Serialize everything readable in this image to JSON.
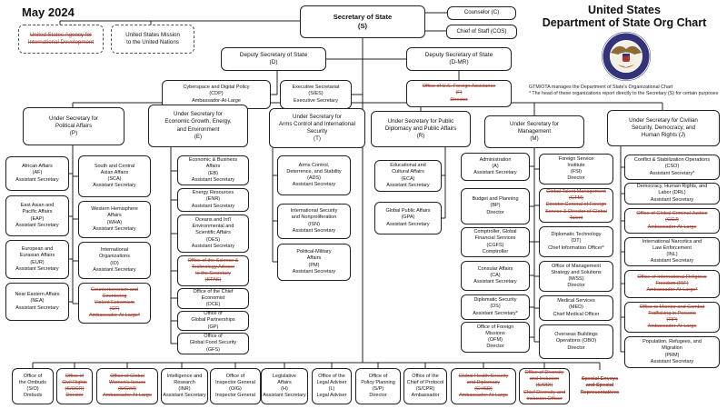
{
  "meta": {
    "date_label": "May 2024",
    "title": "United States\nDepartment of State Org Chart",
    "footnote": "GTM/OTA manages the Department of State's Organizational Chart\n* The head of these organizations report directly to the Secretary (S) for certain purposes",
    "accent_red": "#9e3b2e",
    "line_color": "#222222",
    "seal_blue": "#33337a"
  },
  "boxes": {
    "usaid": {
      "text": "United States Agency for\nInternational Development"
    },
    "usun": {
      "text": "United States Mission\nto the United Nations"
    },
    "s": {
      "text": "Secretary of State\n(S)"
    },
    "c": {
      "text": "Counselor (C)"
    },
    "cos": {
      "text": "Chief of Staff (COS)"
    },
    "d": {
      "text": "Deputy Secretary of State\n(D)"
    },
    "dmr": {
      "text": "Deputy Secretary of State\n(D-MR)"
    },
    "cdp": {
      "text": "Cyberspace and Digital Policy\n(CDP)\nAmbassador-At-Large"
    },
    "ses": {
      "text": "Executive Secretariat\n(S/ES)\nExecutive Secretary"
    },
    "f": {
      "text": "Office of U.S. Foreign Assistance\n(F)\nDirector"
    },
    "p": {
      "text": "Under Secretary for\nPolitical Affairs\n(P)"
    },
    "e": {
      "text": "Under Secretary for\nEconomic Growth, Energy,\nand Environment\n(E)"
    },
    "t": {
      "text": "Under Secretary for\nArms Control and International\nSecurity\n(T)"
    },
    "r": {
      "text": "Under Secretary for Public\nDiplomacy and Public Affairs\n(R)"
    },
    "m": {
      "text": "Under Secretary for\nManagement\n(M)"
    },
    "j": {
      "text": "Under Secretary for Civilian\nSecurity, Democracy, and\nHuman Rights (J)"
    },
    "af": {
      "text": "African Affairs\n(AF)\nAssistant Secretary"
    },
    "eap": {
      "text": "East Asian and\nPacific Affairs\n(EAP)\nAssistant Secretary"
    },
    "eur": {
      "text": "European and\nEurasian Affairs\n(EUR)\nAssistant Secretary"
    },
    "nea": {
      "text": "Near Eastern Affairs\n(NEA)\nAssistant Secretary"
    },
    "sca": {
      "text": "South and Central\nAsian Affairs\n(SCA)\nAssistant Secretary"
    },
    "wha": {
      "text": "Western Hemisphere\nAffairs\n(WHA)\nAssistant Secretary"
    },
    "io": {
      "text": "International\nOrganizations\n(IO)\nAssistant Secretary"
    },
    "ct": {
      "text": "Counterterrorism and\nCountering\nViolent Extremism\n(CT)\nAmbassador-At-Large*"
    },
    "eb": {
      "text": "Economic & Business\nAffairs\n(EB)\nAssistant Secretary"
    },
    "enr": {
      "text": "Energy Resources\n(ENR)\nAssistant Secretary"
    },
    "oes": {
      "text": "Oceans and Int'l\nEnvironmental and\nScientific Affairs\n(OES)\nAssistant Secretary"
    },
    "stas": {
      "text": "Office of the Science &\nTechnology Adviser\nto the Secretary\n(STAS)"
    },
    "oce": {
      "text": "Office of the Chief\nEconomist\n(OCE)"
    },
    "gp": {
      "text": "Office of\nGlobal Partnerships\n(GP)"
    },
    "gfs": {
      "text": "Office of\nGlobal Food Security\n(GFS)"
    },
    "ads": {
      "text": "Arms Control,\nDeterrence, and Stability\n(ADS)\nAssistant Secretary"
    },
    "isn": {
      "text": "International Security\nand Nonproliferation\n(ISN)\nAssistant Secretary"
    },
    "pm": {
      "text": "Political-Military\nAffairs\n(PM)\nAssistant Secretary"
    },
    "eca": {
      "text": "Educational and\nCultural Affairs\n(ECA)\nAssistant Secretary"
    },
    "gpa": {
      "text": "Global Public Affairs\n(GPA)\nAssistant Secretary"
    },
    "a": {
      "text": "Administration\n(A)\nAssistant Secretary"
    },
    "bp": {
      "text": "Budget and Planning\n(BP)\nDirector"
    },
    "cgfs": {
      "text": "Comptroller, Global\nFinancial Services\n(CGFS)\nComptroller"
    },
    "ca": {
      "text": "Consular Affairs\n(CA)\nAssistant Secretary"
    },
    "ds": {
      "text": "Diplomatic Security\n(DS)\nAssistant Secretary*"
    },
    "ofm": {
      "text": "Office of Foreign\nMissions\n(OFM)\nDirector"
    },
    "fsi": {
      "text": "Foreign Service\nInstitute\n(FSI)\nDirector"
    },
    "gtm": {
      "text": "Global Talent Management\n(GTM)\nDirector General of Foreign\nService & Director of Global\nTalent"
    },
    "dt": {
      "text": "Diplomatic Technology\n(DT)\nChief Information Officer*"
    },
    "mss": {
      "text": "Office of Management\nStrategy and Solutions\n(M/SS)\nDirector"
    },
    "med": {
      "text": "Medical Services\n(MED)\nChief Medical Officer"
    },
    "obo": {
      "text": "Overseas Buildings\nOperations (OBO)\nDirector"
    },
    "cso": {
      "text": "Conflict & Stabilization Operations\n(CSO)\nAssistant Secretary*"
    },
    "drl": {
      "text": "Democracy, Human Rights, and\nLabor (DRL)\nAssistant Secretary"
    },
    "gcj": {
      "text": "Office of Global Criminal Justice\n(GCJ)\nAmbassador-At-Large"
    },
    "inl": {
      "text": "International Narcotics and\nLaw Enforcement\n(INL)\nAssistant Secretary"
    },
    "irf": {
      "text": "Office of International Religious\nFreedom (IRF)\nAmbassador-At-Large*"
    },
    "tip": {
      "text": "Office to Monitor and Combat\nTrafficking in Persons\n(TIP)\nAmbassador-At-Large"
    },
    "prm": {
      "text": "Population, Refugees, and\nMigration\n(PRM)\nAssistant Secretary"
    },
    "so": {
      "text": "Office of\nthe Ombuds\n(S/O)\nOmbuds"
    },
    "socr": {
      "text": "Office of\nCivil Rights\n(S/OCR)\nDirector"
    },
    "sgwi": {
      "text": "Office of Global\nWomen's Issues\n(S/GWI)\nAmbassador-At-Large"
    },
    "inr": {
      "text": "Intelligence and\nResearch\n(INR)\nAssistant Secretary"
    },
    "oig": {
      "text": "Office of\nInspector General\n(OIG)\nInspector General"
    },
    "h": {
      "text": "Legislative\nAffairs\n(H)\nAssistant Secretary"
    },
    "l": {
      "text": "Office of the\nLegal Adviser\n(L)\nLegal Adviser"
    },
    "sp": {
      "text": "Office of\nPolicy Planning\n(S/P)\nDirector"
    },
    "scpr": {
      "text": "Office of the\nChief of Protocol\n(S/CPR)\nAmbassador"
    },
    "ghsd": {
      "text": "Global Health Security\nand Diplomacy\n(GHSD)\nAmbassador-At-Large"
    },
    "sodi": {
      "text": "Office of Diversity\nand Inclusion\n(S/ODI)\nChief Diversity and\nInclusion Officer"
    },
    "senvoys": {
      "text": "Special Envoys\nand Special\nRepresentatives"
    }
  }
}
